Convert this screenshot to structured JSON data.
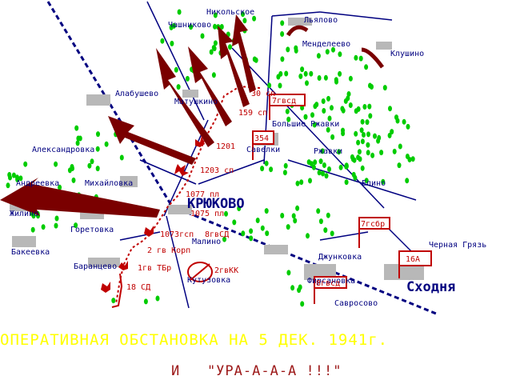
{
  "screen": {
    "caption": "ОПЕРАТИВНАЯ ОБСТАНОВКА НА 5 ДЕК. 1941г.",
    "subcaption": "И   \"УРА-А-А-А !!!\""
  },
  "colors": {
    "background": "#ffffff",
    "village_label": "#000080",
    "unit_label": "#c00000",
    "attack_arrow": "#7a0000",
    "forest": "#00cc00",
    "road": "#000080",
    "caption": "#ffff00",
    "subcaption": "#9c1818"
  },
  "places": {
    "nikolskoe": "Никольское",
    "chashnikovo": "Чашниково",
    "lyalovo": "Льялово",
    "mendeleevo": "Менделеево",
    "klushino": "Клушино",
    "alabushevo": "Алабушево",
    "matushkino": "Матушкино",
    "bolshie_rzhavki": "Большие Ржавки",
    "aleksandrovka": "Александровка",
    "savelki": "Савелки",
    "rzhavki": "Ржавки",
    "andreevka": "Андреевка",
    "mikhailovka": "Михайловка",
    "elino": "Елино",
    "kryukovo": "КРЮКОВО",
    "zhilino": "Жилино",
    "goretovka": "Горетовка",
    "chernaya_gryaz": "Черная Грязь",
    "bakeevka": "Бакеевка",
    "malino": "Малино",
    "dzhunkovka": "Джунковка",
    "barantsevo": "Баранцево",
    "kutuzovka": "Кутузовка",
    "firsanovka": "Фирсановка",
    "skhodnya": "Сходня",
    "savrosovo": "Савросово"
  },
  "units": {
    "sp30": "30 сп",
    "sp159": "159 сп",
    "sp1201": "1201",
    "sp1203": "1203 сп",
    "pl1077": "1077 пл",
    "pl1075": "1075 пл",
    "gsp1073": "1073гсп",
    "gvsd8": "8гвСД",
    "gvkorp2": "2 гв Корп",
    "gvkk2": "2гвКК",
    "gvtbr1": "1гв ТБр",
    "sd18": "18 СД"
  },
  "flags": {
    "gvsd7": "7гвсд",
    "f354": "354",
    "gsbr7": "7гсбр",
    "a16": "16А",
    "gvsd8b": "8гвсд"
  }
}
